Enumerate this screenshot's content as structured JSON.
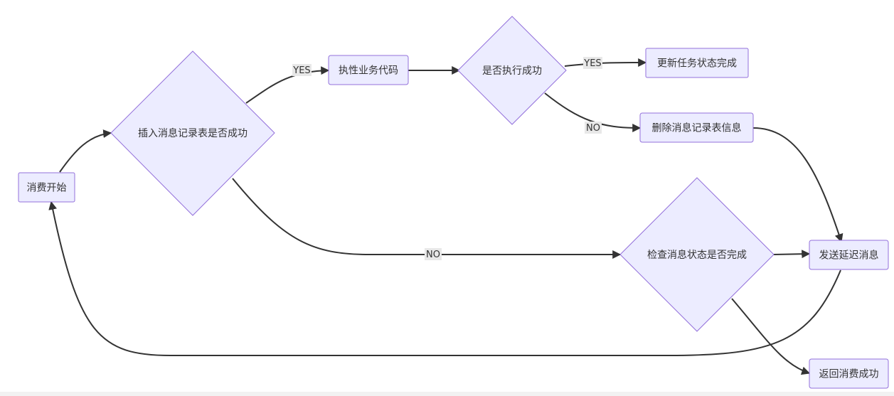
{
  "nodes": {
    "start": "消费开始",
    "insert_check": "插入消息记录表是否成功",
    "exec_code": "执性业务代码",
    "exec_success": "是否执行成功",
    "update_status": "更新任务状态完成",
    "delete_record": "删除消息记录表信息",
    "check_status": "检查消息状态是否完成",
    "send_delay": "发送延迟消息",
    "return_success": "返回消费成功"
  },
  "edge_labels": {
    "insert_yes": "YES",
    "exec_yes": "YES",
    "exec_no": "NO",
    "insert_no": "NO"
  },
  "colors": {
    "node_fill": "#ECECFF",
    "node_stroke": "#9370DB",
    "edge": "#333333",
    "label_bg": "#e8e8e8"
  }
}
